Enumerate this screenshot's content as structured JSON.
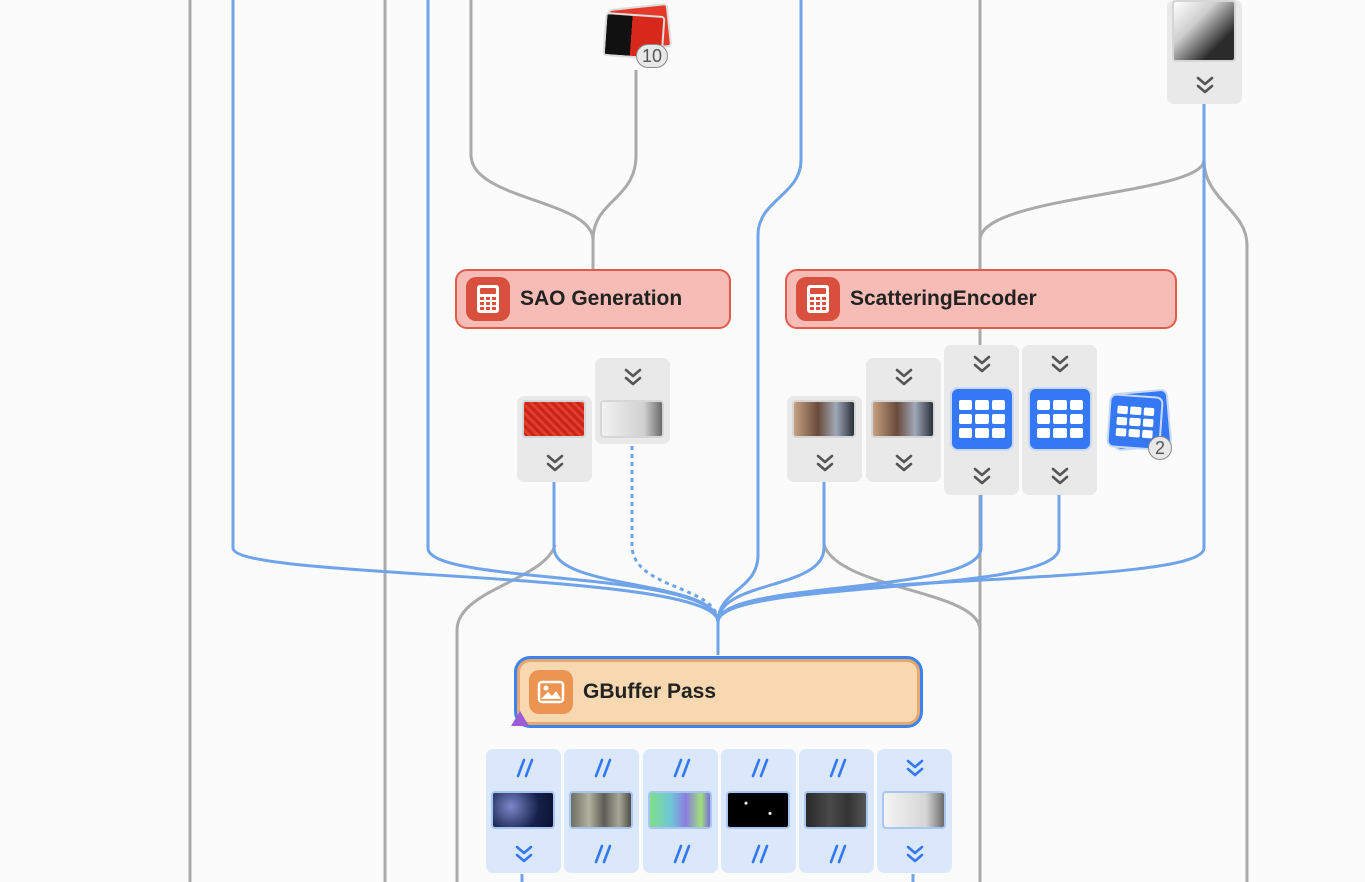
{
  "passes": {
    "sao": {
      "label": "SAO Generation"
    },
    "scattering": {
      "label": "ScatteringEncoder"
    },
    "gbuffer": {
      "label": "GBuffer Pass"
    }
  },
  "badges": {
    "top_texture_count": "10",
    "buffer_group_count": "2"
  },
  "colors": {
    "compute_fill": "#f7bcb6",
    "compute_border": "#e15a4b",
    "render_fill": "#f8d8b0",
    "selection": "#3b82f6",
    "edge_blue": "#6fa3ea",
    "edge_gray": "#aaaaaa",
    "warning_marker": "#9b5cd6"
  },
  "icons": {
    "compute_pass": "calculator-icon",
    "render_pass": "image-icon",
    "load_store": "double-chevron-down-icon",
    "dont_care": "double-slash-icon",
    "buffer": "grid-buffer-icon",
    "warning": "purple-triangle-icon"
  }
}
